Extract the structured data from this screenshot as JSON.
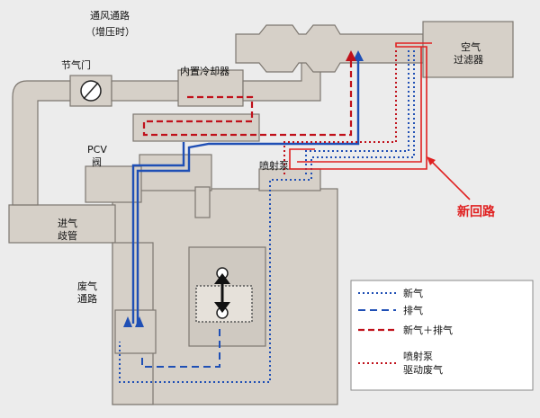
{
  "labels": {
    "vent_line1": "通风通路",
    "vent_line2": "（增压时）",
    "throttle": "节气门",
    "intercooler": "内置冷却器",
    "pcv_line1": "PCV",
    "pcv_line2": "阀",
    "air_filter_line1": "空气",
    "air_filter_line2": "过滤器",
    "ejector_pump": "喷射泵",
    "intake_manifold_line1": "进气",
    "intake_manifold_line2": "歧管",
    "waste_gas_line1": "废气",
    "waste_gas_line2": "通路",
    "new_route": "新回路"
  },
  "legend": [
    {
      "label": "新气",
      "color": "#1f4fb5",
      "style": "dotted"
    },
    {
      "label": "排气",
      "color": "#1f4fb5",
      "style": "dashed"
    },
    {
      "label": "新气＋排气",
      "color": "#c0101a",
      "style": "dashed"
    },
    {
      "label_line1": "喷射泵",
      "label_line2": "驱动废气",
      "color": "#c0101a",
      "style": "dotted"
    }
  ],
  "colors": {
    "pipe_fill": "#d6d0c8",
    "pipe_stroke": "#7d7770",
    "fresh_air": "#1f4fb5",
    "blowby": "#c0101a",
    "new_route": "#e02020"
  }
}
